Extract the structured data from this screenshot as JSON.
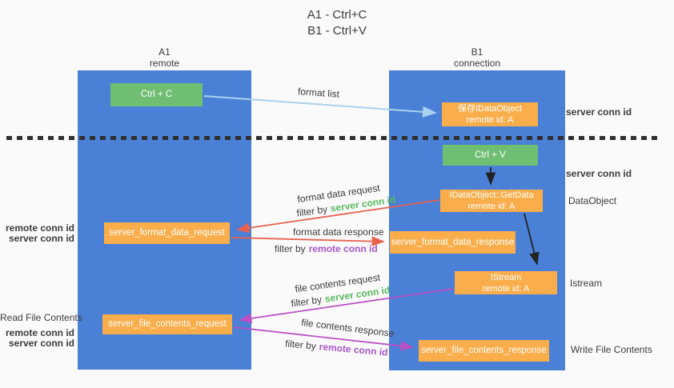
{
  "title": {
    "line1": "A1 - Ctrl+C",
    "line2": "B1 - Ctrl+V"
  },
  "lanes": {
    "left": {
      "name": "A1",
      "role": "remote"
    },
    "right": {
      "name": "B1",
      "role": "connection"
    }
  },
  "boxes": {
    "ctrl_c": {
      "label": "Ctrl + C"
    },
    "save_dataobject": {
      "line1": "保存IDataObject",
      "line2": "remote id: A"
    },
    "ctrl_v": {
      "label": "Ctrl + V"
    },
    "getdata": {
      "line1": "IDataObject::GetData",
      "line2": "remote id: A"
    },
    "format_request": {
      "label": "server_format_data_request"
    },
    "format_response": {
      "label": "server_format_data_response"
    },
    "istream": {
      "line1": "IStream",
      "line2": "remote id: A"
    },
    "file_request": {
      "label": "server_file_contents_request"
    },
    "file_response": {
      "label": "server_file_contents_response"
    }
  },
  "flow_labels": {
    "format_list": "format list",
    "format_data_request": "format data request",
    "format_data_response": "format data response",
    "file_contents_request": "file contents request",
    "file_contents_response": "file contents response",
    "filter_by": "filter by",
    "server_conn_id": "server conn id",
    "remote_conn_id": "remote conn id"
  },
  "side_labels": {
    "right": {
      "server_conn_id_top": "server conn id",
      "server_conn_id_mid": "server conn id",
      "dataobject": "DataObject",
      "istream": "Istream",
      "write_file_contents": "Write File Contents"
    },
    "left": {
      "remote_conn_id_top": "remote conn id",
      "server_conn_id_top": "server conn id",
      "read_file_contents": "Read File Contents",
      "remote_conn_id_bottom": "remote conn id",
      "server_conn_id_bottom": "server conn id"
    }
  },
  "colors": {
    "lane_blue": "#4a80d6",
    "box_orange": "#f9ae4b",
    "box_green": "#6fbe72",
    "arrow_red": "#e8614f",
    "arrow_purple": "#bb50c6",
    "arrow_light_blue": "#a9d2ef",
    "arrow_black": "#222222",
    "text_green": "#57b95f",
    "text_purple": "#a854cb",
    "text_dark": "#3c3c3c",
    "background": "#fafafa"
  }
}
